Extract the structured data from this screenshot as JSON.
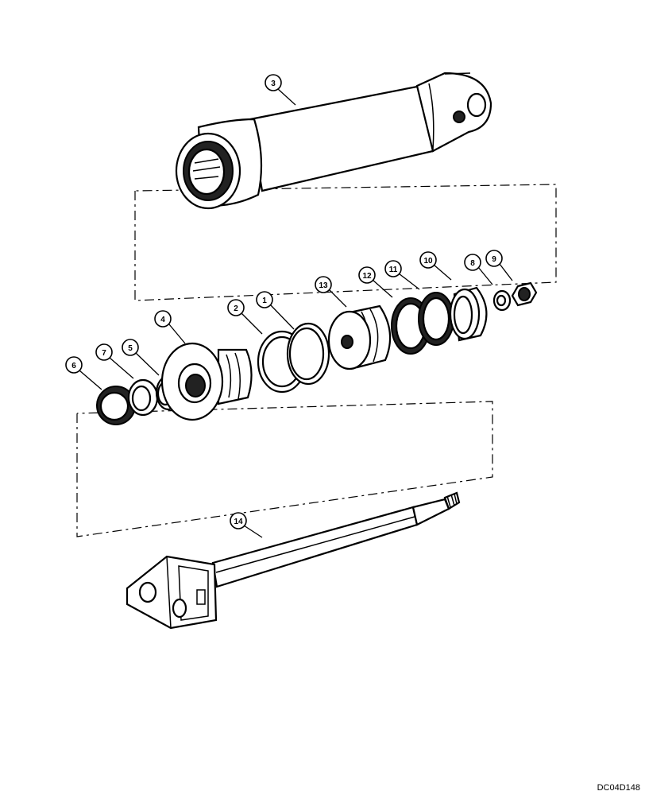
{
  "callouts": [
    "1",
    "2",
    "3",
    "4",
    "5",
    "6",
    "7",
    "8",
    "9",
    "10",
    "11",
    "12",
    "13",
    "14"
  ],
  "drawing_code": "DC04D148"
}
